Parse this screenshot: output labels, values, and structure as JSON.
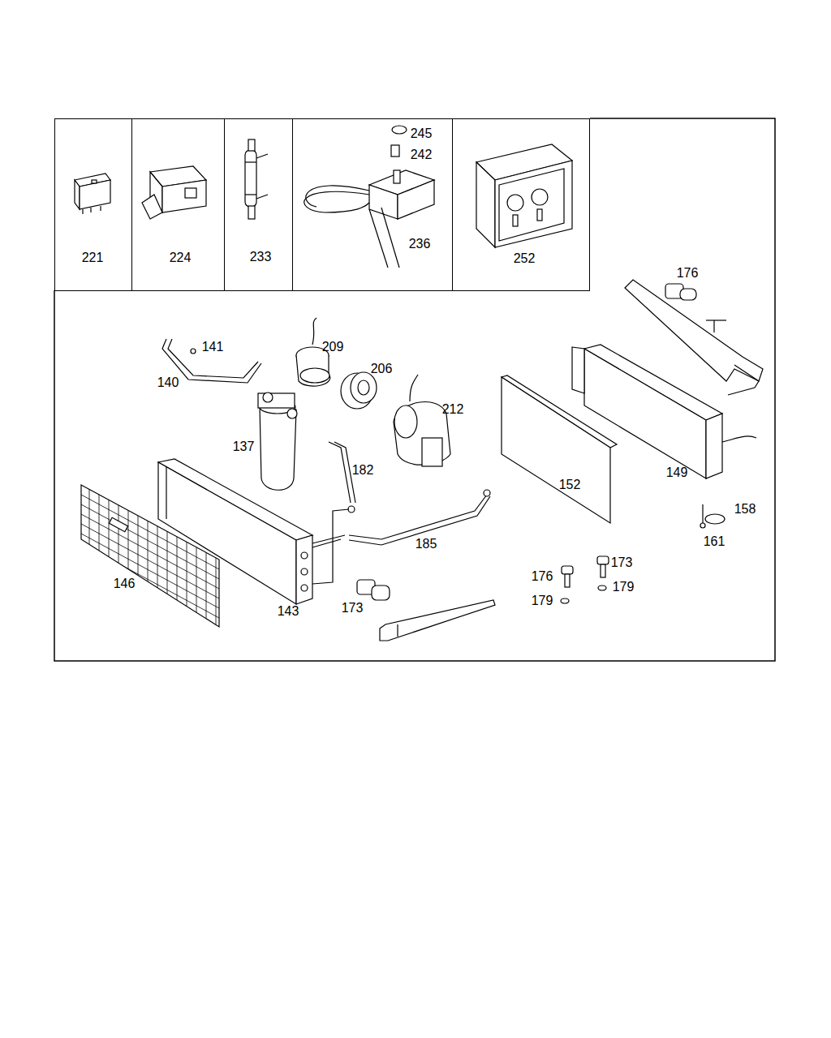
{
  "diagram": {
    "nodes": [
      {
        "text": [
          "221"
        ]
      },
      {
        "text": [
          "224"
        ]
      },
      {
        "text": [
          "233"
        ]
      },
      {
        "text": [
          "245",
          "242",
          "236"
        ]
      },
      {
        "text": [
          "252"
        ]
      }
    ],
    "edges": [],
    "labels": [
      "176",
      "141",
      "209",
      "140",
      "206",
      "212",
      "137",
      "182",
      "152",
      "149",
      "158",
      "161",
      "185",
      "176",
      "173",
      "146",
      "179",
      "179",
      "143",
      "173"
    ]
  }
}
